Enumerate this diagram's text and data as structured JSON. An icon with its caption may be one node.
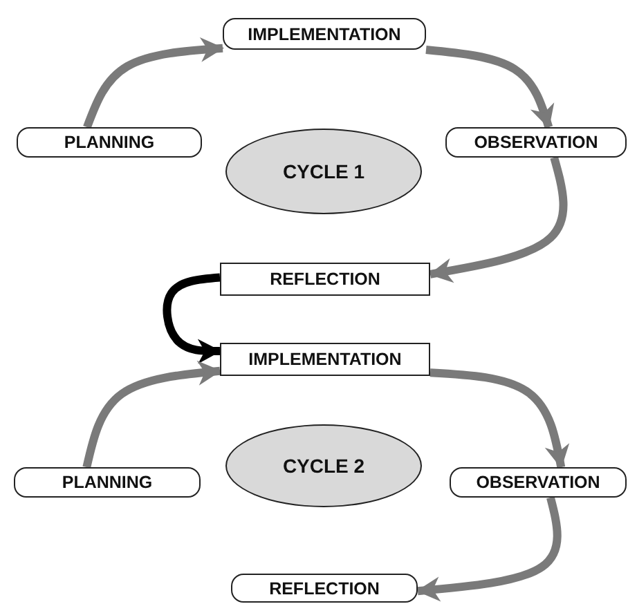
{
  "diagram": {
    "nodes": [
      {
        "text": [
          "IMPLEMENTATION"
        ]
      },
      {
        "text": [
          "PLANNING"
        ]
      },
      {
        "text": [
          "OBSERVATION"
        ]
      },
      {
        "text": [
          "CYCLE 1"
        ]
      },
      {
        "text": [
          "REFLECTION"
        ]
      },
      {
        "text": [
          "IMPLEMENTATION"
        ]
      },
      {
        "text": [
          "PLANNING"
        ]
      },
      {
        "text": [
          "CYCLE 2"
        ]
      },
      {
        "text": [
          "OBSERVATION"
        ]
      },
      {
        "text": [
          "REFLECTION"
        ]
      }
    ],
    "edges": [
      {
        "from": 1,
        "to": 0,
        "arrow": "to"
      },
      {
        "from": 0,
        "to": 2,
        "arrow": "to"
      },
      {
        "from": 2,
        "to": 4,
        "arrow": "to"
      },
      {
        "from": 4,
        "to": 5,
        "arrow": "to",
        "color": "#000000"
      },
      {
        "from": 6,
        "to": 5,
        "arrow": "to"
      },
      {
        "from": 5,
        "to": 8,
        "arrow": "to"
      },
      {
        "from": 8,
        "to": 9,
        "arrow": "to"
      }
    ]
  }
}
